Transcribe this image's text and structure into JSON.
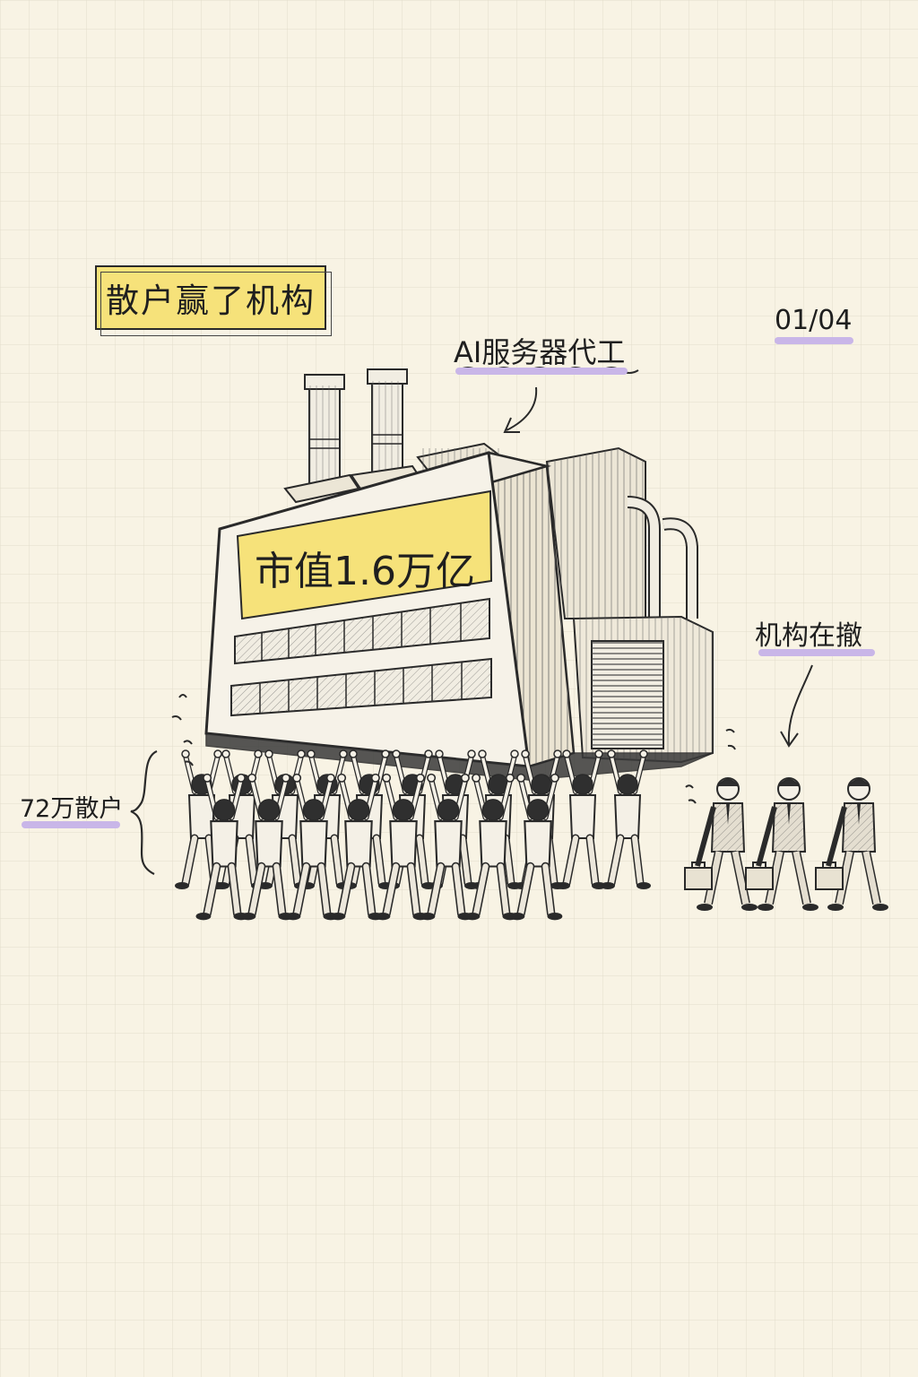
{
  "title": "散户赢了机构",
  "page_number": "01/04",
  "factory_label": "AI服务器代工",
  "banner": "市值1.6万亿",
  "crowd_label": "72万散户",
  "exit_label": "机构在撤",
  "colors": {
    "paper": "#f8f3e4",
    "grid": "#e2dccb",
    "highlight_yellow": "#f6e27a",
    "underline_purple": "#c9b6e8",
    "ink": "#2a2a2a"
  }
}
